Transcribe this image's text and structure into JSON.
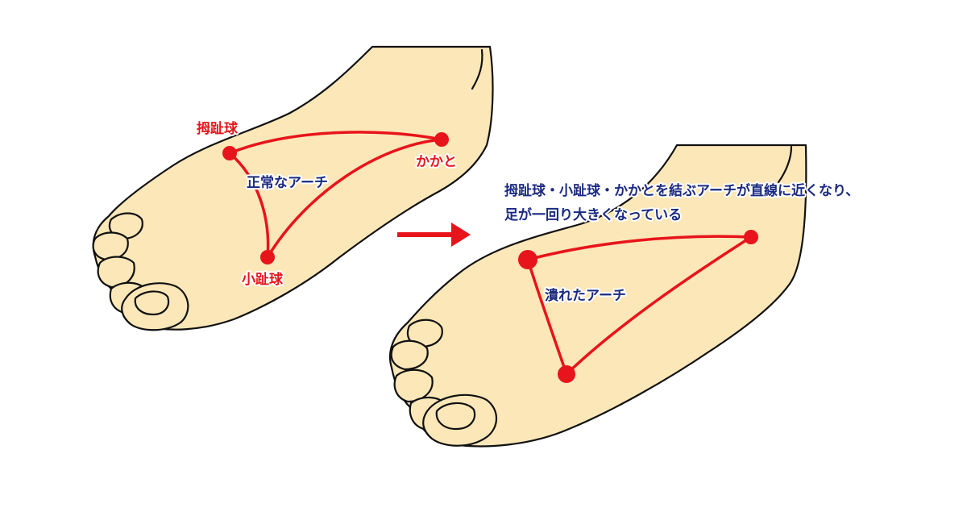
{
  "normal_foot": {
    "labels": {
      "big_toe_ball": "拇趾球",
      "heel": "かかと",
      "little_toe_ball": "小趾球",
      "arch": "正常なアーチ"
    }
  },
  "arrow": {
    "color": "#e8141b"
  },
  "collapsed_foot": {
    "description_line1": "拇趾球・小趾球・かかとを結ぶアーチが直線に近くなり、",
    "description_line2": "足が一回り大きくなっている",
    "arch_label": "潰れたアーチ"
  },
  "colors": {
    "arch_line": "#e8141b",
    "point": "#e8141b",
    "skin": "#fbe7b8",
    "outline": "#111111",
    "text_red": "#e8141b",
    "text_navy": "#1b2a80"
  }
}
